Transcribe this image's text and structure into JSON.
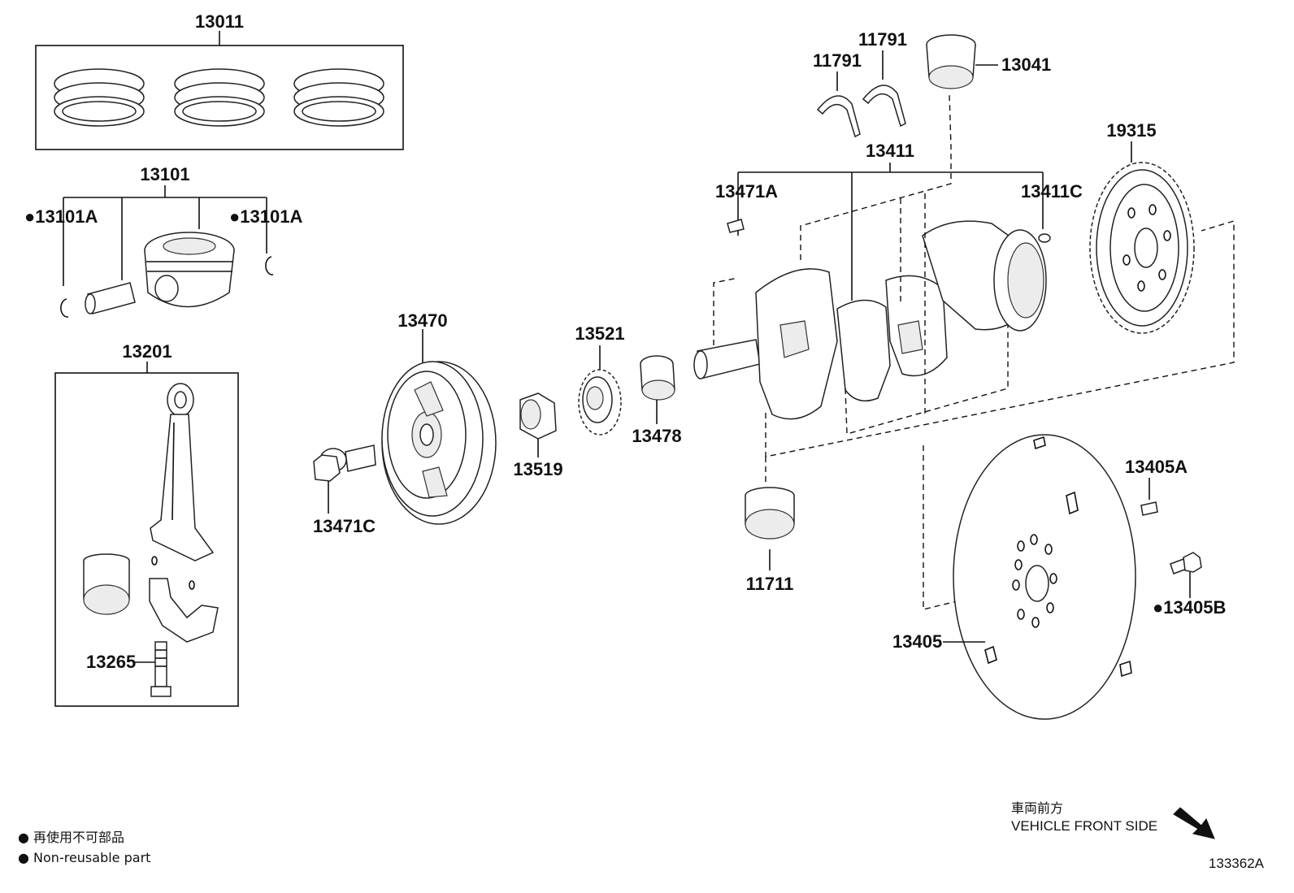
{
  "parts": {
    "p13011": "13011",
    "p13101": "13101",
    "p13101A_left": "●13101A",
    "p13101A_right": "●13101A",
    "p13201": "13201",
    "p13265": "13265",
    "p13470": "13470",
    "p13471C": "13471C",
    "p13519": "13519",
    "p13521": "13521",
    "p13478": "13478",
    "p13471A": "13471A",
    "p13411": "13411",
    "p13411C": "13411C",
    "p11791_a": "11791",
    "p11791_b": "11791",
    "p13041": "13041",
    "p19315": "19315",
    "p11711": "11711",
    "p13405A": "13405A",
    "p13405B": "●13405B",
    "p13405": "13405"
  },
  "legend": {
    "jp": "● 再使用不可部品",
    "en": "● Non-reusable part"
  },
  "direction": {
    "jp": "車両前方",
    "en": "VEHICLE FRONT SIDE"
  },
  "figure_id": "133362A"
}
